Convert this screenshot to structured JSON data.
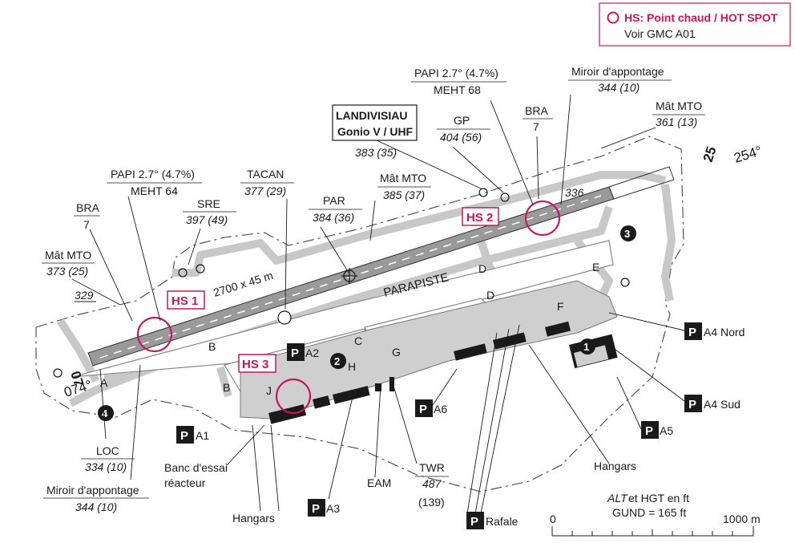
{
  "colors": {
    "hotspot": "#c2185b",
    "taxiway": "#c8c8c8",
    "ink": "#1a1a1a"
  },
  "legend": {
    "title": "HS: Point chaud / HOT SPOT",
    "subtitle": "Voir GMC A01"
  },
  "runway": {
    "size": "2700 x 45 m",
    "qfu_west": "074°",
    "qfu_east": "254°",
    "number_west": "07",
    "number_east": "25",
    "thr_elev_west": "329",
    "thr_elev_east": "336"
  },
  "hotspots": [
    "HS 1",
    "HS 2",
    "HS 3"
  ],
  "parapiste": "PARAPISTE",
  "taxiways": [
    "A",
    "B",
    "B",
    "C",
    "D",
    "D",
    "E",
    "F",
    "G",
    "H",
    "J"
  ],
  "labels": {
    "papi_w_1": "PAPI 2.7° (4.7%)",
    "papi_w_2": "MEHT 64",
    "papi_e_1": "PAPI 2.7° (4.7%)",
    "papi_e_2": "MEHT 68",
    "bra_w": "BRA",
    "bra_w_n": "7",
    "bra_e": "BRA",
    "bra_e_n": "7",
    "mat_w": "Mât MTO",
    "mat_w_v": "373 (25)",
    "mat_c": "Mât MTO",
    "mat_c_v": "385 (37)",
    "mat_e": "Mât MTO",
    "mat_e_v": "361 (13)",
    "sre": "SRE",
    "sre_v": "397 (49)",
    "tacan": "TACAN",
    "tacan_v": "377 (29)",
    "par": "PAR",
    "par_v": "384 (36)",
    "gp": "GP",
    "gp_v": "404 (56)",
    "gonio_1": "LANDIVISIAU",
    "gonio_2": "Gonio V / UHF",
    "gonio_v": "383 (35)",
    "miroir_e": "Miroir d'appontage",
    "miroir_e_v": "344 (10)",
    "miroir_w": "Miroir d'appontage",
    "miroir_w_v": "344 (10)",
    "loc": "LOC",
    "loc_v": "334 (10)",
    "banc_1": "Banc d'essai",
    "banc_2": "réacteur",
    "hangars_w": "Hangars",
    "hangars_e": "Hangars",
    "eam": "EAM",
    "twr": "TWR",
    "twr_v1": "487",
    "twr_v2": "(139)",
    "p_a1": "A1",
    "p_a2": "A2",
    "p_a3": "A3",
    "p_a4n": "A4 Nord",
    "p_a4s": "A4 Sud",
    "p_a5": "A5",
    "p_a6": "A6",
    "p_rafale": "Rafale",
    "p_letter": "P",
    "alt_1": "ALT",
    "alt_2": " et HGT en ft",
    "gund": "GUND = 165 ft",
    "scale_0": "0",
    "scale_1000": "1000 m"
  },
  "markers": [
    "1",
    "2",
    "3",
    "4"
  ]
}
